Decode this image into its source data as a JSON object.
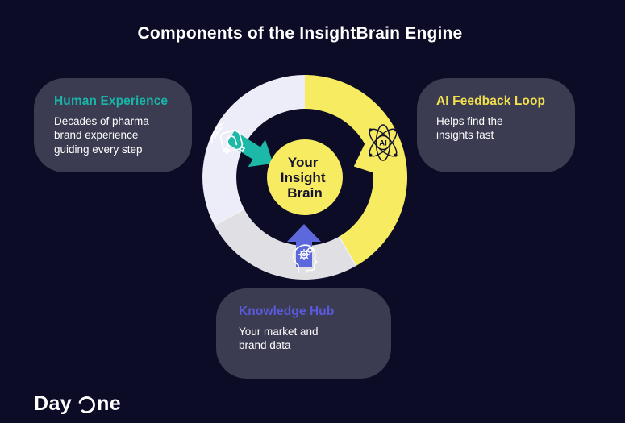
{
  "title": "Components of the InsightBrain Engine",
  "cards": [
    {
      "heading": "Human Experience",
      "heading_color": "#18B5A8",
      "body": "Decades of pharma\nbrand experience\nguiding every step"
    },
    {
      "heading": "AI Feedback Loop",
      "heading_color": "#F0E04E",
      "body": "Helps find the\ninsights fast"
    },
    {
      "heading": "Knowledge Hub",
      "heading_color": "#5A5ADB",
      "body": "Your market and\nbrand data"
    }
  ],
  "diagram": {
    "center": {
      "line1": "Your",
      "line2": "Insight",
      "line3": "Brain"
    },
    "ai_badge": "AI",
    "colors": {
      "ring_human": "#EDEDF9",
      "ring_ai": "#F6EB61",
      "ring_knowledge": "#E0E0E4",
      "arrow_human": "#1CB8A8",
      "arrow_ai": "#F6EB61",
      "arrow_knowledge": "#5C68DB",
      "center_circle": "#F6EB61",
      "center_text": "#14132F",
      "divider": "#F2F2F6"
    }
  },
  "logo": {
    "name": "Day One",
    "part1": "Day",
    "part2": "ne"
  },
  "background": "#0D0C26",
  "card_background": "#3B3B51"
}
